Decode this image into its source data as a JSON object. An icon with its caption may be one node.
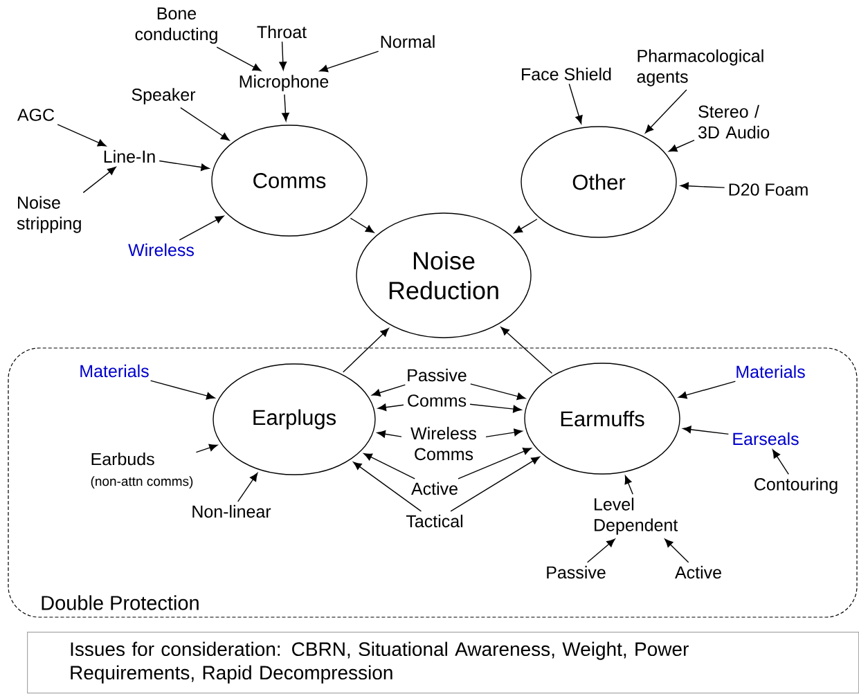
{
  "diagram": {
    "nodes": [
      {
        "text": [
          "Bone conducting"
        ]
      },
      {
        "text": [
          "Throat"
        ]
      },
      {
        "text": [
          "Normal"
        ]
      },
      {
        "text": [
          "Microphone"
        ]
      },
      {
        "text": [
          "Speaker"
        ]
      },
      {
        "text": [
          "AGC"
        ]
      },
      {
        "text": [
          "Line-In"
        ]
      },
      {
        "text": [
          "Noise stripping"
        ]
      },
      {
        "text": [
          "Wireless"
        ]
      },
      {
        "text": [
          "Comms"
        ]
      },
      {
        "text": [
          "Face Shield"
        ]
      },
      {
        "text": [
          "Pharmacological agents"
        ]
      },
      {
        "text": [
          "Stereo / 3D Audio"
        ]
      },
      {
        "text": [
          "D20 Foam"
        ]
      },
      {
        "text": [
          "Other"
        ]
      },
      {
        "text": [
          "Noise Reduction"
        ]
      },
      {
        "text": [
          "Double Protection"
        ]
      },
      {
        "text": [
          "Materials"
        ],
        "in": 16
      },
      {
        "text": [
          "Earplugs"
        ],
        "in": 16
      },
      {
        "text": [
          "Passive"
        ],
        "in": 16
      },
      {
        "text": [
          "Comms"
        ],
        "in": 16
      },
      {
        "text": [
          "Wireless Comms"
        ],
        "in": 16
      },
      {
        "text": [
          "Active"
        ],
        "in": 16
      },
      {
        "text": [
          "Tactical"
        ],
        "in": 16
      },
      {
        "text": [
          "Earbuds",
          "(non-attn comms)"
        ],
        "in": 16
      },
      {
        "text": [
          "Non-linear"
        ],
        "in": 16
      },
      {
        "text": [
          "Earmuffs"
        ],
        "in": 16
      },
      {
        "text": [
          "Materials"
        ],
        "in": 16
      },
      {
        "text": [
          "Earseals"
        ],
        "in": 16
      },
      {
        "text": [
          "Contouring"
        ],
        "in": 16
      },
      {
        "text": [
          "Level Dependent"
        ],
        "in": 16
      },
      {
        "text": [
          "Passive"
        ],
        "in": 16
      },
      {
        "text": [
          "Active"
        ],
        "in": 16
      },
      {
        "text": [
          "Issues for consideration: CBRN, Situational Awareness, Weight, Power Requirements, Rapid Decompression"
        ]
      }
    ],
    "edges": [
      {
        "from": 0,
        "to": 3,
        "arrow": "to"
      },
      {
        "from": 1,
        "to": 3,
        "arrow": "to"
      },
      {
        "from": 2,
        "to": 3,
        "arrow": "to"
      },
      {
        "from": 3,
        "to": 9,
        "arrow": "to"
      },
      {
        "from": 4,
        "to": 9,
        "arrow": "to"
      },
      {
        "from": 5,
        "to": 6,
        "arrow": "to"
      },
      {
        "from": 7,
        "to": 6,
        "arrow": "to"
      },
      {
        "from": 6,
        "to": 9,
        "arrow": "to"
      },
      {
        "from": 8,
        "to": 9,
        "arrow": "to"
      },
      {
        "from": 9,
        "to": 15,
        "arrow": "to"
      },
      {
        "from": 10,
        "to": 14,
        "arrow": "to"
      },
      {
        "from": 11,
        "to": 14,
        "arrow": "to"
      },
      {
        "from": 12,
        "to": 14,
        "arrow": "to"
      },
      {
        "from": 13,
        "to": 14,
        "arrow": "to"
      },
      {
        "from": 14,
        "to": 15,
        "arrow": "to"
      },
      {
        "from": 18,
        "to": 15,
        "arrow": "to"
      },
      {
        "from": 26,
        "to": 15,
        "arrow": "to"
      },
      {
        "from": 17,
        "to": 18,
        "arrow": "to"
      },
      {
        "from": 19,
        "to": 18,
        "arrow": "to"
      },
      {
        "from": 19,
        "to": 26,
        "arrow": "to"
      },
      {
        "from": 20,
        "to": 18,
        "arrow": "to"
      },
      {
        "from": 20,
        "to": 26,
        "arrow": "to"
      },
      {
        "from": 21,
        "to": 18,
        "arrow": "to"
      },
      {
        "from": 21,
        "to": 26,
        "arrow": "to"
      },
      {
        "from": 22,
        "to": 18,
        "arrow": "to"
      },
      {
        "from": 22,
        "to": 26,
        "arrow": "to"
      },
      {
        "from": 23,
        "to": 18,
        "arrow": "to"
      },
      {
        "from": 23,
        "to": 26,
        "arrow": "to"
      },
      {
        "from": 24,
        "to": 18,
        "arrow": "to"
      },
      {
        "from": 25,
        "to": 18,
        "arrow": "to"
      },
      {
        "from": 27,
        "to": 26,
        "arrow": "to"
      },
      {
        "from": 28,
        "to": 26,
        "arrow": "to"
      },
      {
        "from": 29,
        "to": 28,
        "arrow": "to"
      },
      {
        "from": 30,
        "to": 26,
        "arrow": "to"
      },
      {
        "from": 31,
        "to": 30,
        "arrow": "to"
      },
      {
        "from": 32,
        "to": 30,
        "arrow": "to"
      }
    ]
  }
}
